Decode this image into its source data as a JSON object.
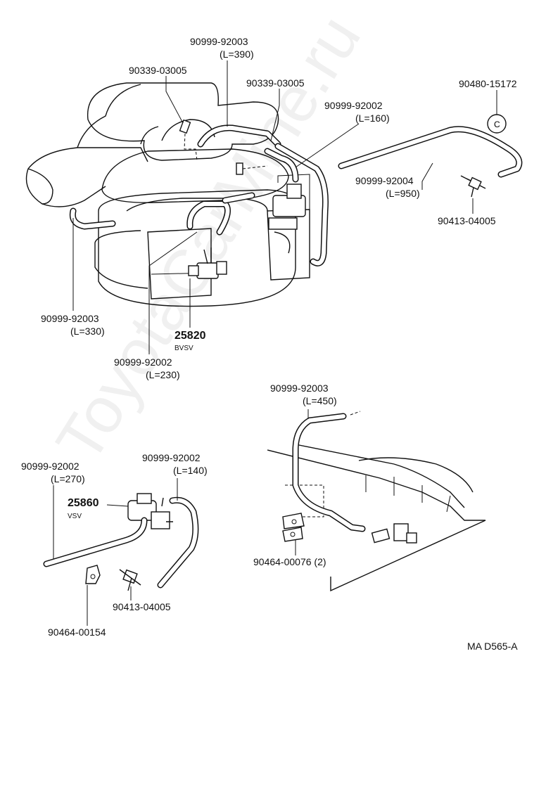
{
  "watermark": "ToyotaCarMine.ru",
  "diagram_code": "MA D565-A",
  "labels": {
    "p1": {
      "part": "90999-92003",
      "len": "(L=390)"
    },
    "p2": {
      "part": "90339-03005"
    },
    "p3": {
      "part": "90339-03005"
    },
    "p4": {
      "part": "90999-92002",
      "len": "(L=160)"
    },
    "p5": {
      "part": "90480-15172"
    },
    "p6": {
      "part": "90999-92004",
      "len": "(L=950)"
    },
    "p7": {
      "part": "90413-04005"
    },
    "p8": {
      "part": "90999-92003",
      "len": "(L=330)"
    },
    "p9": {
      "part": "25820",
      "sub": "BVSV"
    },
    "p10": {
      "part": "90999-92002",
      "len": "(L=230)"
    },
    "p11": {
      "part": "90999-92003",
      "len": "(L=450)"
    },
    "p12": {
      "part": "90999-92002",
      "len": "(L=270)"
    },
    "p13": {
      "part": "90999-92002",
      "len": "(L=140)"
    },
    "p14": {
      "part": "25860",
      "sub": "VSV"
    },
    "p15": {
      "part": "90464-00076 (2)"
    },
    "p16": {
      "part": "90413-04005"
    },
    "p17": {
      "part": "90464-00154"
    }
  }
}
